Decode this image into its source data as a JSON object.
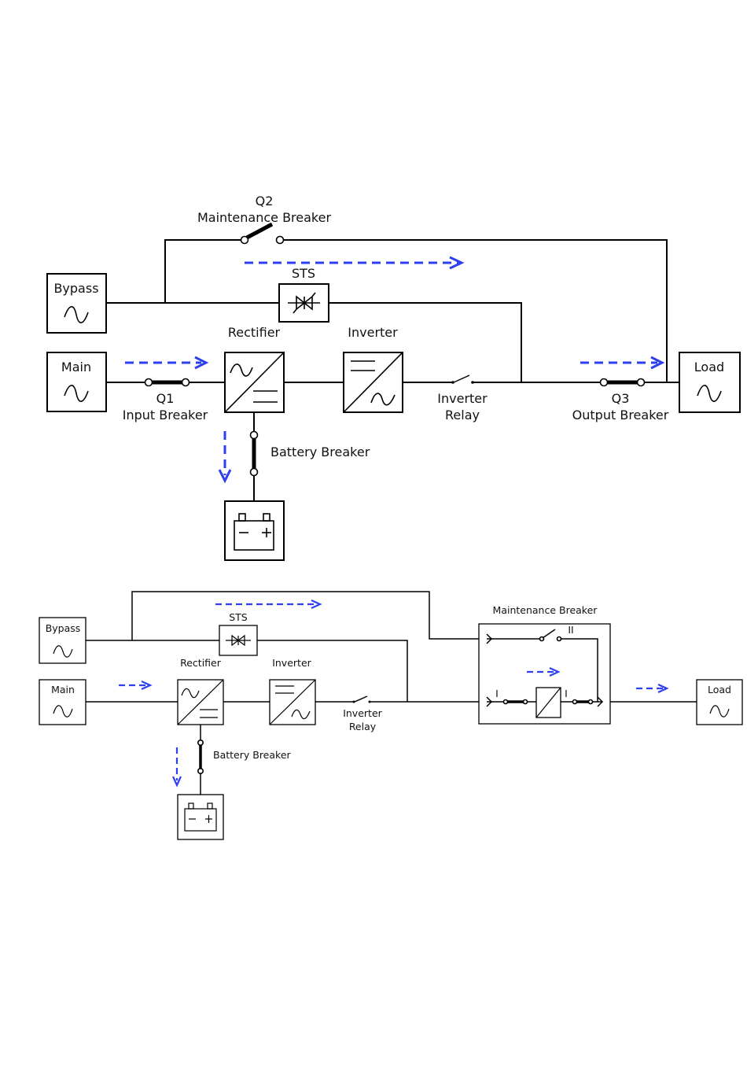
{
  "diagram_top": {
    "bypass": "Bypass",
    "main": "Main",
    "load": "Load",
    "sts": "STS",
    "rectifier": "Rectifier",
    "inverter": "Inverter",
    "q2_id": "Q2",
    "q2_name": "Maintenance Breaker",
    "q1_id": "Q1",
    "q1_name": "Input Breaker",
    "relay_line1": "Inverter",
    "relay_line2": "Relay",
    "q3_id": "Q3",
    "q3_name": "Output Breaker",
    "battery_breaker": "Battery Breaker"
  },
  "diagram_bottom": {
    "bypass": "Bypass",
    "main": "Main",
    "load": "Load",
    "sts": "STS",
    "rectifier": "Rectifier",
    "inverter": "Inverter",
    "relay_line1": "Inverter",
    "relay_line2": "Relay",
    "maintenance_breaker": "Maintenance Breaker",
    "battery_breaker": "Battery Breaker",
    "mb_mark_ii": "II",
    "mb_mark_i_left": "I",
    "mb_mark_i_right": "I"
  },
  "colors": {
    "flow_arrow": "#2d3ff0",
    "line": "#000000"
  }
}
